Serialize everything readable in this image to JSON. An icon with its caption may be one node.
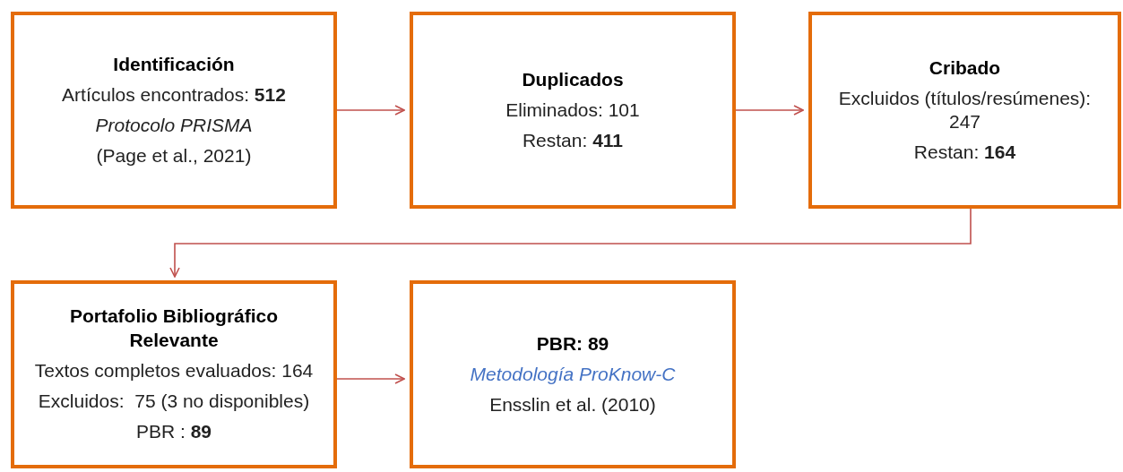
{
  "diagram": {
    "nodes": [
      {
        "text": [
          "Identificación",
          "Artículos encontrados: **512**",
          "Protocolo PRISMA",
          "(Page et al., 2021)"
        ]
      },
      {
        "text": [
          "Duplicados",
          "Eliminados: 101",
          "Restan: **411**"
        ]
      },
      {
        "text": [
          "Cribado",
          "Excluidos (títulos/resúmenes): 247",
          "Restan: **164**"
        ]
      },
      {
        "text": [
          "Portafolio Bibliográfico Relevante",
          "Textos completos evaluados: 164",
          "Excluidos:  75 (3 no disponibles)",
          "PBR : **89**"
        ]
      },
      {
        "text": [
          "PBR: 89",
          "Metodología ProKnow-C",
          "Ensslin et al. (2010)"
        ]
      }
    ],
    "edges": [
      {
        "from": 0,
        "to": 1,
        "arrow": "to"
      },
      {
        "from": 1,
        "to": 2,
        "arrow": "to"
      },
      {
        "from": 2,
        "to": 3,
        "arrow": "to"
      },
      {
        "from": 3,
        "to": 4,
        "arrow": "to"
      }
    ]
  }
}
